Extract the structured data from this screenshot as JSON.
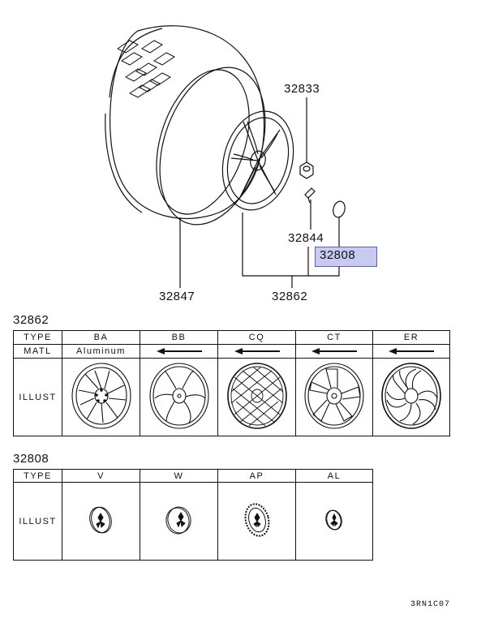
{
  "diagram": {
    "labels": {
      "p32833": "32833",
      "p32844": "32844",
      "p32808": "32808",
      "p32847": "32847",
      "p32862": "32862"
    }
  },
  "table1": {
    "title": "32862",
    "row_labels": [
      "TYPE",
      "MATL",
      "ILLUST"
    ],
    "types": [
      "BA",
      "BB",
      "CQ",
      "CT",
      "ER"
    ],
    "matl_first": "Aluminum"
  },
  "table2": {
    "title": "32808",
    "row_labels": [
      "TYPE",
      "ILLUST"
    ],
    "types": [
      "V",
      "W",
      "AP",
      "AL"
    ]
  },
  "footer_code": "3RN1C07",
  "colors": {
    "highlight": "#c8cbef",
    "highlight_border": "#5a60b8",
    "line": "#111111"
  }
}
